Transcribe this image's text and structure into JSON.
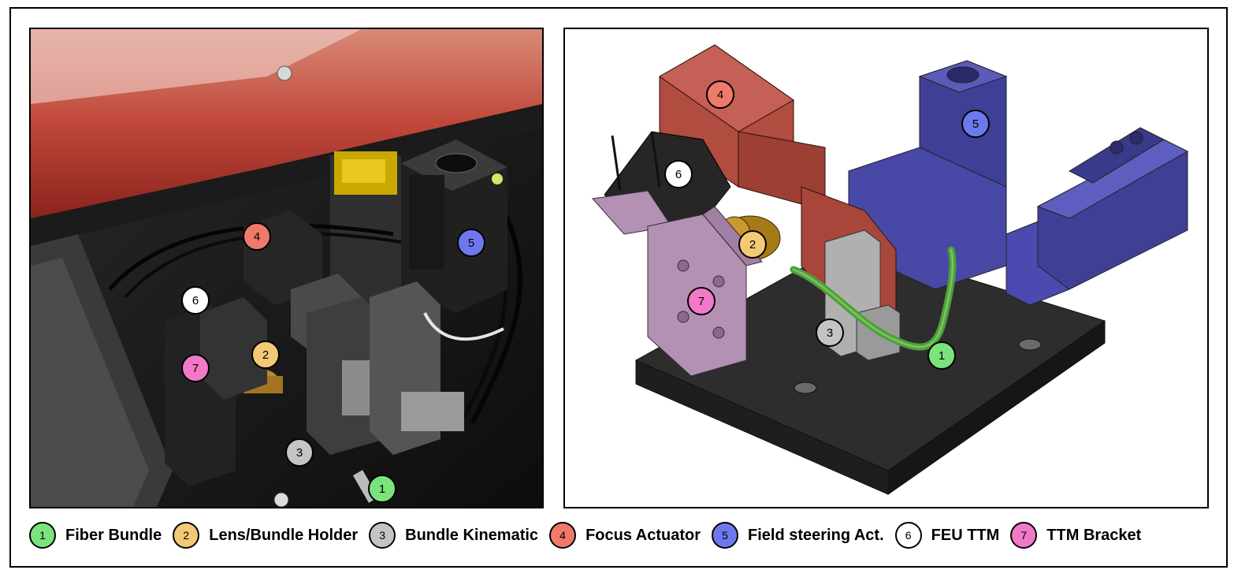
{
  "components": [
    {
      "num": "1",
      "label": "Fiber Bundle",
      "color": "#7be37b"
    },
    {
      "num": "2",
      "label": "Lens/Bundle Holder",
      "color": "#f3c877"
    },
    {
      "num": "3",
      "label": "Bundle Kinematic",
      "color": "#c4c4c4"
    },
    {
      "num": "4",
      "label": "Focus Actuator",
      "color": "#ef7a6b"
    },
    {
      "num": "5",
      "label": "Field steering Act.",
      "color": "#6e78ee"
    },
    {
      "num": "6",
      "label": "FEU TTM",
      "color": "#ffffff"
    },
    {
      "num": "7",
      "label": "TTM Bracket",
      "color": "#f279c8"
    }
  ],
  "panels": {
    "photo": {
      "kind": "photograph of the assembled hardware"
    },
    "render": {
      "kind": "CAD rendering of the same assembly"
    }
  },
  "part_colors": {
    "focus_actuator": "#b04c40",
    "field_steering": "#3f3f96",
    "ttm_bracket": "#b291b3",
    "fiber": "#4f9e3a",
    "lens_holder": "#a77a18",
    "kinematic": "#b0b0b0",
    "base_plate": "#2d2d2d"
  }
}
